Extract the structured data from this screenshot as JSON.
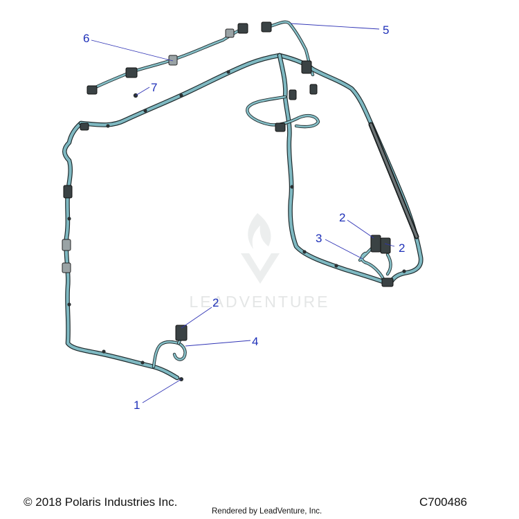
{
  "callouts": [
    {
      "id": "c1",
      "label": "1"
    },
    {
      "id": "c2a",
      "label": "2"
    },
    {
      "id": "c2b",
      "label": "2"
    },
    {
      "id": "c2c",
      "label": "2"
    },
    {
      "id": "c3",
      "label": "3"
    },
    {
      "id": "c4",
      "label": "4"
    },
    {
      "id": "c5",
      "label": "5"
    },
    {
      "id": "c6",
      "label": "6"
    },
    {
      "id": "c7",
      "label": "7"
    }
  ],
  "watermark": {
    "text": "LEADVENTURE"
  },
  "footer": {
    "copyright": "© 2018 Polaris Industries Inc.",
    "rendered_by": "Rendered by LeadVenture, Inc.",
    "diagram_code": "C700486"
  },
  "colors": {
    "harness": "#7fb9c2",
    "callout": "#1d2fb8",
    "leader": "#2f33b5"
  }
}
